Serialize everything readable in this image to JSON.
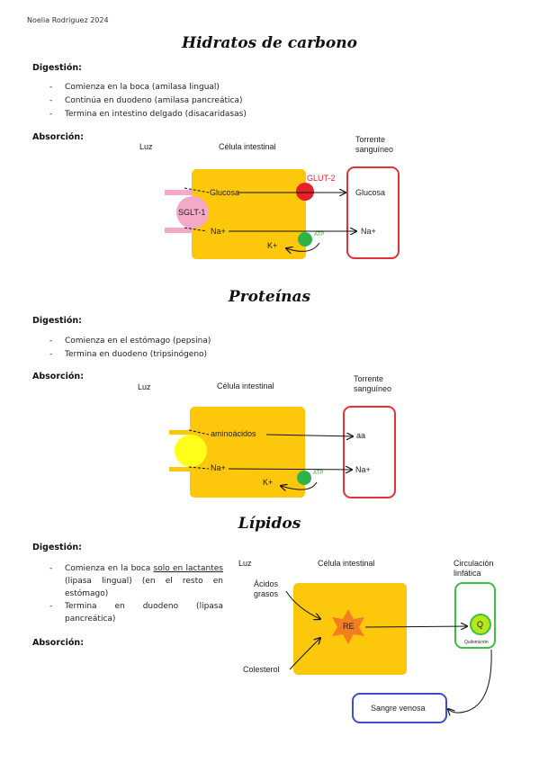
{
  "author": "Noelia Rodriguez 2024",
  "carbs": {
    "title": "Hidratos de carbono",
    "digestion_label": "Digestión:",
    "digestion": [
      "Comienza en la boca (amilasa lingual)",
      "Continúa en duodeno (amilasa pancreática)",
      "Termina en intestino delgado (disacaridasas)"
    ],
    "absorption_label": "Absorción:",
    "diagram": {
      "luz": "Luz",
      "cell": "Célula intestinal",
      "torrente": [
        "Torrente",
        "sanguíneo"
      ],
      "glut2": "GLUT-2",
      "glucosa_in": "Glucosa",
      "glucosa_out": "Glucosa",
      "sglt1": "SGLT-1",
      "na_in": "Na+",
      "na_out": "Na+",
      "k": "K+",
      "pump": "ATP"
    }
  },
  "proteins": {
    "title": "Proteínas",
    "digestion_label": "Digestión:",
    "digestion": [
      "Comienza en el estómago (pepsina)",
      "Termina en duodeno (tripsinógeno)"
    ],
    "absorption_label": "Absorción:",
    "diagram": {
      "luz": "Luz",
      "cell": "Célula intestinal",
      "torrente": [
        "Torrente",
        "sanguíneo"
      ],
      "aminoacidos": "aminoácidos",
      "aa": "aa",
      "na_in": "Na+",
      "na_out": "Na+",
      "k": "K+",
      "pump": "ATP"
    }
  },
  "lipids": {
    "title": "Lípidos",
    "digestion_label": "Digestión:",
    "digestion_1_pre": "Comienza en la boca ",
    "digestion_1_underline": "solo en lactantes",
    "digestion_1_post": " (lipasa lingual) (en el resto en estómago)",
    "digestion_2": "Termina en duodeno (lipasa pancreática)",
    "absorption_label": "Absorción:",
    "diagram": {
      "luz": "Luz",
      "cell": "Célula intestinal",
      "circulacion": [
        "Circulación",
        "linfática"
      ],
      "acidos": [
        "Ácidos",
        "grasos"
      ],
      "colesterol": "Colesterol",
      "re": "RE",
      "q": "Q",
      "q_sub": "Quilomicrón",
      "sangre": "Sangre venosa"
    }
  },
  "colors": {
    "cell": "#fdc70c",
    "blood": "#e53238",
    "sglt": "#f4a9c8",
    "glut": "#e8202a",
    "pump": "#2db34a",
    "aa_transporter": "#ffff1a",
    "lymph": "#3fbf3f",
    "venous": "#3a4fc8",
    "re": "#f47d20"
  }
}
